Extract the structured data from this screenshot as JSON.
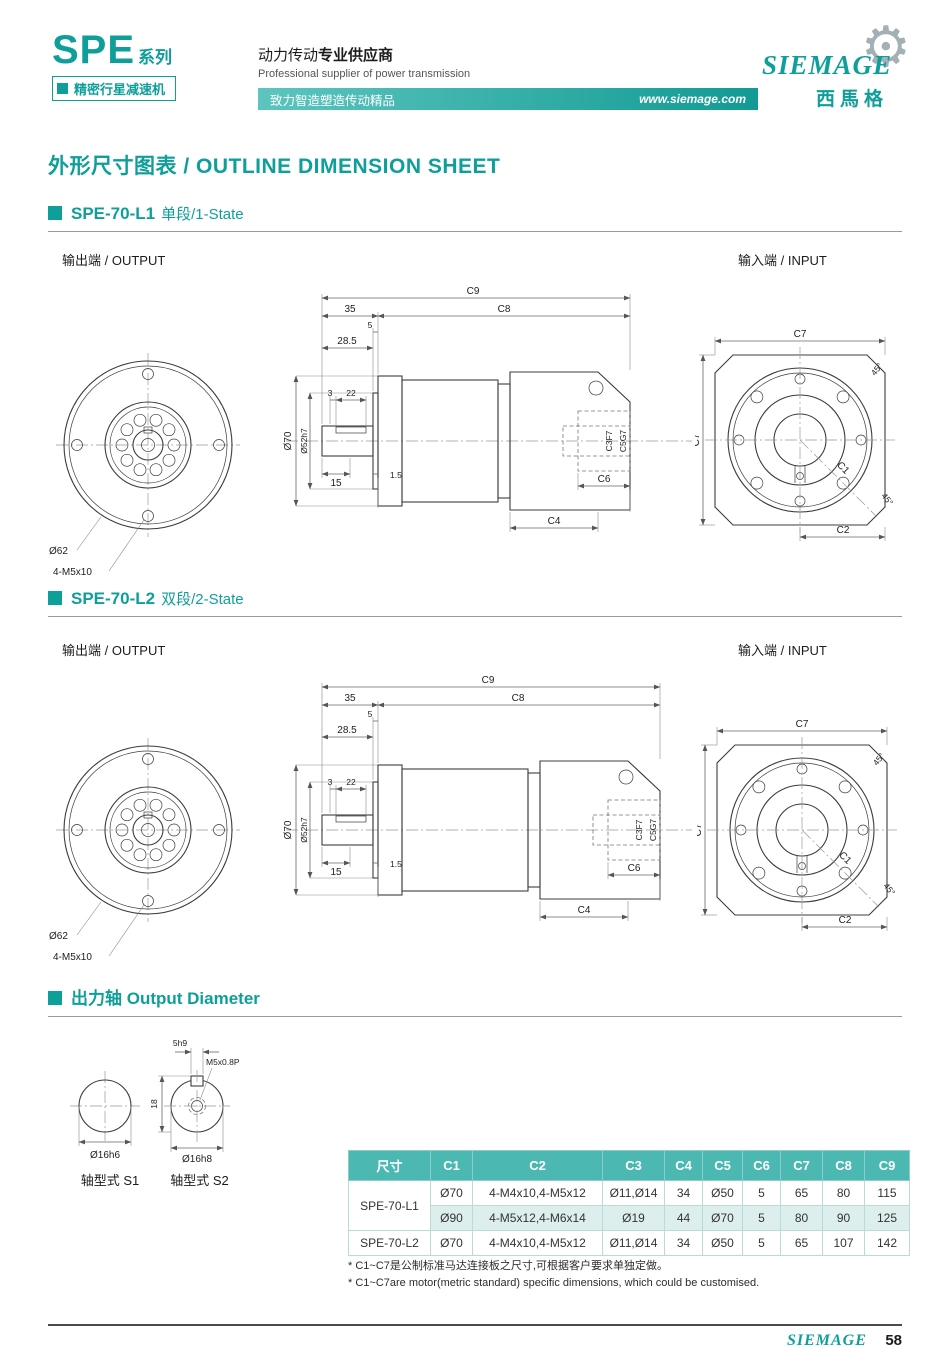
{
  "header": {
    "series": "SPE",
    "series_cn": "系列",
    "tagline": "精密行星减速机",
    "slogan_cn": "动力传动",
    "slogan_bold": "专业供应商",
    "slogan_en": "Professional supplier of power transmission",
    "banner": "致力智造塑造传动精品",
    "website": "www.siemage.com",
    "brand": "SIEMAGE",
    "brand_cn": "西馬格"
  },
  "title": "外形尺寸图表 / OUTLINE DIMENSION SHEET",
  "l1": {
    "name": "SPE-70-L1",
    "stage": "单段/1-State",
    "output": "输出端 / OUTPUT",
    "input": "输入端 / INPUT"
  },
  "l2": {
    "name": "SPE-70-L2",
    "stage": "双段/2-State",
    "output": "输出端 / OUTPUT",
    "input": "输入端 / INPUT"
  },
  "shaft": {
    "title": "出力轴 Output Diameter",
    "s1": "轴型式 S1",
    "s2": "轴型式 S2",
    "d16a": "Ø16h6",
    "d16b": "Ø16h8",
    "key_w": "5h9",
    "tap": "M5x0.8P",
    "h18": "18"
  },
  "dims": {
    "c9": "C9",
    "c8": "C8",
    "c7": "C7",
    "c6": "C6",
    "c5": "C5G7",
    "c4": "C4",
    "c3": "C3F7",
    "c2": "C2",
    "c1": "C1",
    "n35": "35",
    "n5": "5",
    "n285": "28.5",
    "n3": "3",
    "n22": "22",
    "n15": "15",
    "n15d": "1.5",
    "d70": "Ø70",
    "d52": "Ø52h7",
    "d62": "Ø62",
    "m5": "4-M5x10",
    "a45": "45°"
  },
  "table": {
    "headers": [
      "尺寸",
      "C1",
      "C2",
      "C3",
      "C4",
      "C5",
      "C6",
      "C7",
      "C8",
      "C9"
    ],
    "rows": [
      {
        "model": "SPE-70-L1",
        "values": [
          "Ø70",
          "4-M4x10,4-M5x12",
          "Ø11,Ø14",
          "34",
          "Ø50",
          "5",
          "65",
          "80",
          "115"
        ]
      },
      {
        "model": "",
        "values": [
          "Ø90",
          "4-M5x12,4-M6x14",
          "Ø19",
          "44",
          "Ø70",
          "5",
          "80",
          "90",
          "125"
        ]
      },
      {
        "model": "SPE-70-L2",
        "values": [
          "Ø70",
          "4-M4x10,4-M5x12",
          "Ø11,Ø14",
          "34",
          "Ø50",
          "5",
          "65",
          "107",
          "142"
        ]
      }
    ]
  },
  "notes": {
    "cn": "* C1~C7是公制标准马达连接板之尺寸,可根据客户要求单独定做。",
    "en": "* C1~C7are motor(metric standard)  specific dimensions, which could be customised."
  },
  "footer": {
    "brand": "SIEMAGE",
    "page": "58"
  }
}
